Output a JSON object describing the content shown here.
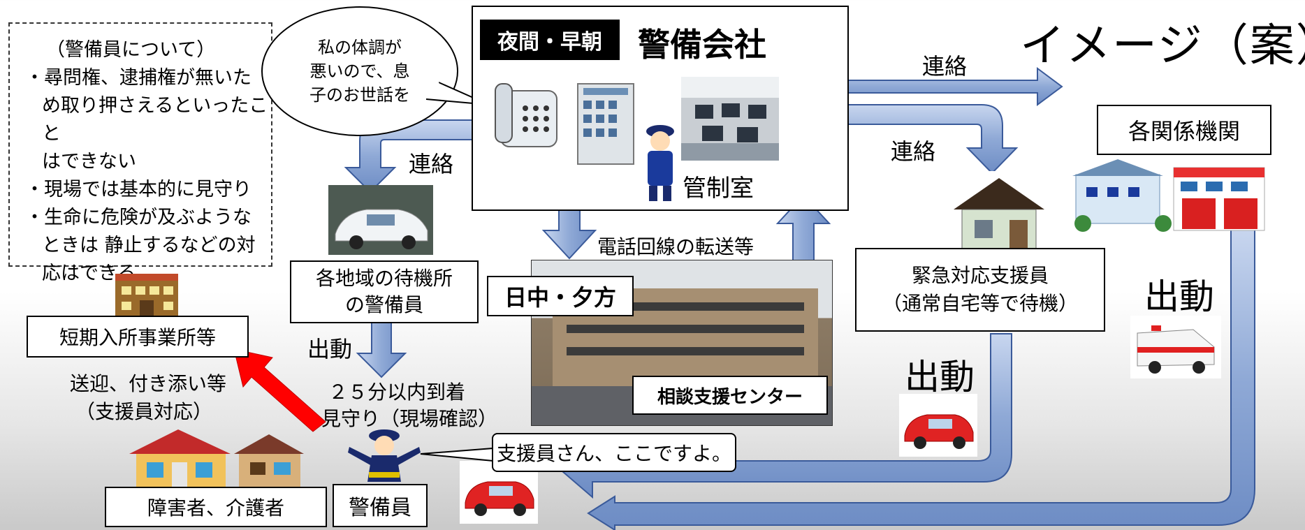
{
  "title": "イメージ（案）",
  "guard_note": {
    "heading": "（警備員について）",
    "lines": [
      "・尋問権、逮捕権が無いた",
      "め取り押さえるといったこと",
      "はできない",
      "・現場では基本的に見守り",
      "・生命に危険が及ぶような",
      "ときは 静止するなどの対",
      "応はできる"
    ]
  },
  "speech_bubble": {
    "lines": [
      "私の体調が",
      "悪いので、息",
      "子のお世話を"
    ]
  },
  "security_company": {
    "time_label": "夜間・早朝",
    "name": "警備会社",
    "control_room": "管制室"
  },
  "consultation_center": {
    "time_label": "日中・夕方",
    "name": "相談支援センター"
  },
  "labels": {
    "contact": "連絡",
    "contact2": "連絡",
    "contact3": "連絡",
    "phone_transfer": "電話回線の転送等",
    "dispatch_guard": "出動",
    "dispatch_supporter": "出動",
    "dispatch_agency": "出動",
    "arrival_line1": "２５分以内到着",
    "arrival_line2": "見守り（現場確認）",
    "pickup_line1": "送迎、付き添い等",
    "pickup_line2": "（支援員対応）"
  },
  "boxes": {
    "standby_guard_line1": "各地域の待機所",
    "standby_guard_line2": "の警備員",
    "short_stay": "短期入所事業所等",
    "emergency_supporter_line1": "緊急対応支援員",
    "emergency_supporter_line2": "（通常自宅等で待機）",
    "agencies": "各関係機関",
    "disabled_carer": "障害者、介護者",
    "guard": "警備員",
    "guard_speech": "支援員さん、ここですよ。"
  },
  "colors": {
    "arrow_fill": "#8fa9d6",
    "arrow_edge": "#3a5a9a",
    "red_arrow": "#ff0000"
  }
}
